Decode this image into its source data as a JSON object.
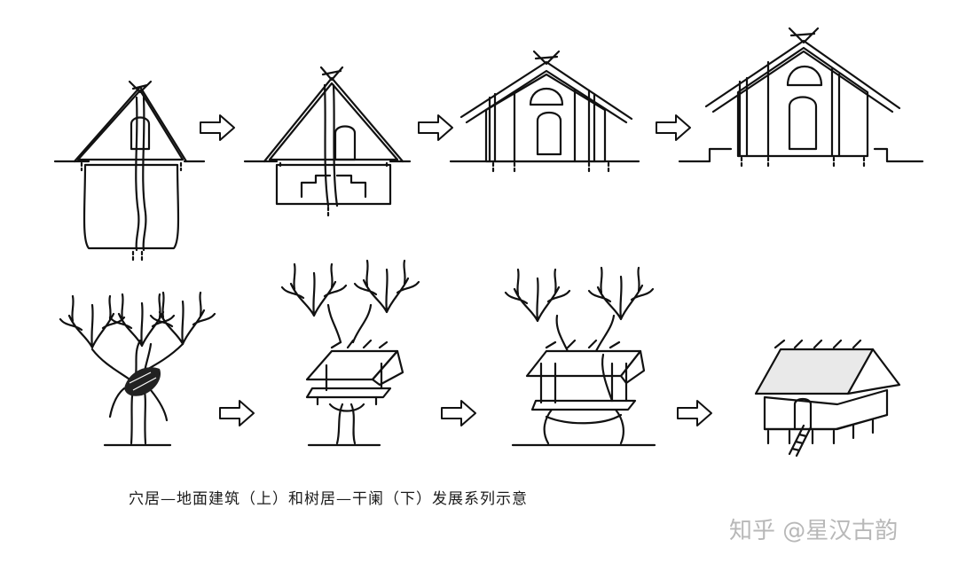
{
  "caption": "穴居—地面建筑（上）和树居—干阑（下）发展系列示意",
  "watermark": "知乎 @星汉古韵",
  "rows": [
    {
      "stages": [
        "pit-dwelling",
        "semi-pit-dwelling",
        "shallow-dwelling",
        "ground-building"
      ]
    },
    {
      "stages": [
        "nest-in-tree",
        "platform-in-tree",
        "double-platform-in-tree",
        "stilt-house"
      ]
    }
  ],
  "icons": [
    "arrow-right-icon"
  ]
}
